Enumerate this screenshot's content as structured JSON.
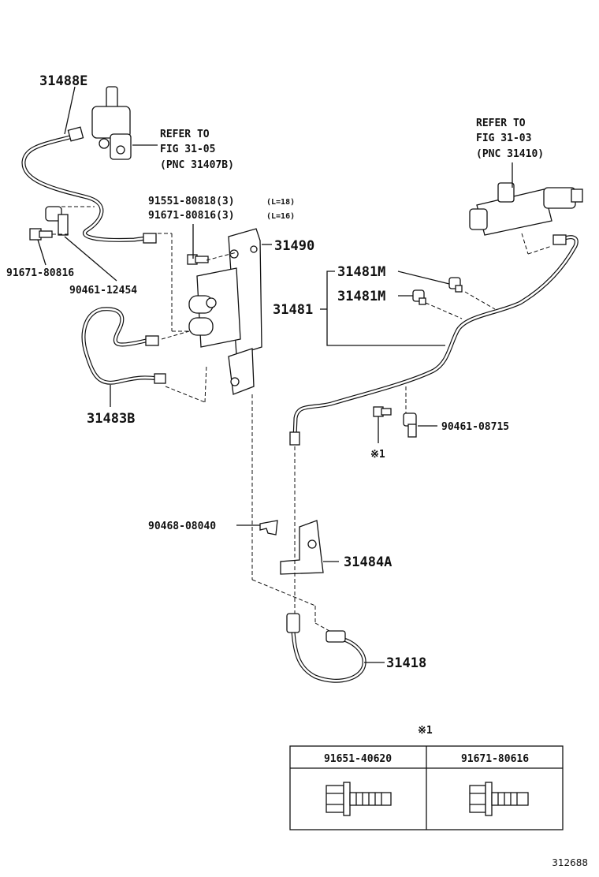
{
  "labels": {
    "p31488E": "31488E",
    "refer1_l1": "REFER TO",
    "refer1_l2": "FIG 31-05",
    "refer1_l3": "(PNC 31407B)",
    "refer2_l1": "REFER TO",
    "refer2_l2": "FIG 31-03",
    "refer2_l3": "(PNC 31410)",
    "p91551": "91551-80818(3)",
    "p91551_len": "(L=18)",
    "p91671a": "91671-80816(3)",
    "p91671a_len": "(L=16)",
    "p31490": "31490",
    "p91671b": "91671-80816",
    "p90461a": "90461-12454",
    "p31481M_1": "31481M",
    "p31481M_2": "31481M",
    "p31481": "31481",
    "p31483B": "31483B",
    "p90461b": "90461-08715",
    "note_ref": "※1",
    "p90468": "90468-08040",
    "p31484A": "31484A",
    "p31418": "31418",
    "figure_id": "312688"
  },
  "table": {
    "marker": "※1",
    "columns": [
      "91651-40620",
      "91671-80616"
    ]
  }
}
